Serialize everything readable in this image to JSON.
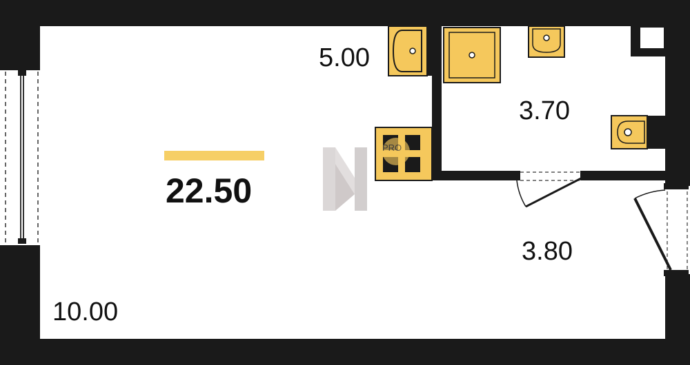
{
  "plan": {
    "total_area": "22.50",
    "rooms": {
      "room_area": "10.00",
      "kitchen_area": "5.00",
      "bathroom_area": "3.70",
      "hallway_area": "3.80"
    },
    "watermark": "PRO"
  },
  "colors": {
    "wall": "#1a1a1a",
    "fixture_fill": "#f5c85c",
    "accent_bar": "#f6cf66",
    "floor": "#ffffff",
    "watermark": "#cfcaca"
  }
}
